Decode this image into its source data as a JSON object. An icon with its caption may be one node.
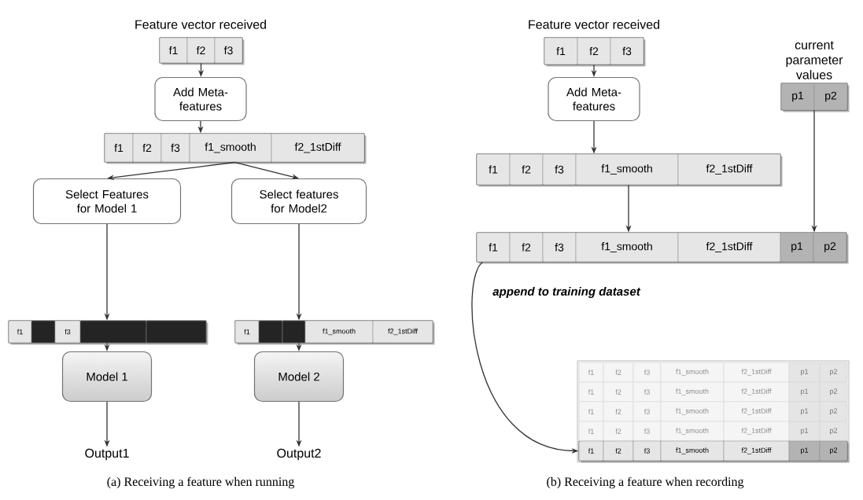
{
  "diagram": {
    "nodes": [
      {
        "text": [
          "Feature vector received"
        ]
      },
      {
        "text": [
          "f1"
        ],
        "in": 0
      },
      {
        "text": [
          "f2"
        ],
        "in": 0
      },
      {
        "text": [
          "f3"
        ],
        "in": 0
      },
      {
        "text": [
          "Add Meta-features"
        ]
      },
      {
        "text": [],
        "shape": "bar"
      },
      {
        "text": [
          "f1"
        ],
        "in": 5
      },
      {
        "text": [
          "f2"
        ],
        "in": 5
      },
      {
        "text": [
          "f3"
        ],
        "in": 5
      },
      {
        "text": [
          "f1_smooth"
        ],
        "in": 5
      },
      {
        "text": [
          "f2_1stDiff"
        ],
        "in": 5
      },
      {
        "text": [
          "Select Features for Model 1"
        ]
      },
      {
        "text": [
          "Select features for Model2"
        ]
      },
      {
        "text": [],
        "shape": "bar"
      },
      {
        "text": [
          "f1"
        ],
        "in": 13
      },
      {
        "text": [],
        "shape": "box",
        "in": 13
      },
      {
        "text": [
          "f3"
        ],
        "in": 13
      },
      {
        "text": [],
        "shape": "box",
        "in": 13
      },
      {
        "text": [],
        "shape": "box",
        "in": 13
      },
      {
        "text": [],
        "shape": "bar"
      },
      {
        "text": [
          "f1"
        ],
        "in": 19
      },
      {
        "text": [],
        "shape": "box",
        "in": 19
      },
      {
        "text": [],
        "shape": "box",
        "in": 19
      },
      {
        "text": [
          "f1_smooth"
        ],
        "in": 19
      },
      {
        "text": [
          "f2_1stDiff"
        ],
        "in": 19
      },
      {
        "text": [
          "Model 1"
        ]
      },
      {
        "text": [
          "Model 2"
        ]
      },
      {
        "text": [
          "Output1"
        ]
      },
      {
        "text": [
          "Output2"
        ]
      },
      {
        "text": [
          "Feature vector received"
        ]
      },
      {
        "text": [
          "f1"
        ],
        "in": 29
      },
      {
        "text": [
          "f2"
        ],
        "in": 29
      },
      {
        "text": [
          "f3"
        ],
        "in": 29
      },
      {
        "text": [
          "Add Meta-features"
        ]
      },
      {
        "text": [],
        "shape": "bar"
      },
      {
        "text": [
          "f1"
        ],
        "in": 34
      },
      {
        "text": [
          "f2"
        ],
        "in": 34
      },
      {
        "text": [
          "f3"
        ],
        "in": 34
      },
      {
        "text": [
          "f1_smooth"
        ],
        "in": 34
      },
      {
        "text": [
          "f2_1stDiff"
        ],
        "in": 34
      },
      {
        "text": [
          "current parameter values"
        ]
      },
      {
        "text": [
          "p1"
        ],
        "in": 40
      },
      {
        "text": [
          "p2"
        ],
        "in": 40
      },
      {
        "text": [],
        "shape": "bar"
      },
      {
        "text": [
          "f1"
        ],
        "in": 43
      },
      {
        "text": [
          "f2"
        ],
        "in": 43
      },
      {
        "text": [
          "f3"
        ],
        "in": 43
      },
      {
        "text": [
          "f1_smooth"
        ],
        "in": 43
      },
      {
        "text": [
          "f2_1stDiff"
        ],
        "in": 43
      },
      {
        "text": [
          "p1"
        ],
        "in": 43
      },
      {
        "text": [
          "p2"
        ],
        "in": 43
      },
      {
        "text": [],
        "shape": "box"
      },
      {
        "text": [],
        "shape": "bar",
        "in": 51
      },
      {
        "text": [
          "f1"
        ],
        "in": 52
      },
      {
        "text": [
          "f2"
        ],
        "in": 52
      },
      {
        "text": [
          "f3"
        ],
        "in": 52
      },
      {
        "text": [
          "f1_smooth"
        ],
        "in": 52
      },
      {
        "text": [
          "f2_1stDiff"
        ],
        "in": 52
      },
      {
        "text": [
          "p1"
        ],
        "in": 52
      },
      {
        "text": [
          "p2"
        ],
        "in": 52
      },
      {
        "text": [],
        "shape": "bar",
        "in": 51
      },
      {
        "text": [
          "f1"
        ],
        "in": 60
      },
      {
        "text": [
          "f2"
        ],
        "in": 60
      },
      {
        "text": [
          "f3"
        ],
        "in": 60
      },
      {
        "text": [
          "f1_smooth"
        ],
        "in": 60
      },
      {
        "text": [
          "f2_1stDiff"
        ],
        "in": 60
      },
      {
        "text": [
          "p1"
        ],
        "in": 60
      },
      {
        "text": [
          "p2"
        ],
        "in": 60
      },
      {
        "text": [],
        "shape": "bar",
        "in": 51
      },
      {
        "text": [
          "f1"
        ],
        "in": 68
      },
      {
        "text": [
          "f2"
        ],
        "in": 68
      },
      {
        "text": [
          "f3"
        ],
        "in": 68
      },
      {
        "text": [
          "f1_smooth"
        ],
        "in": 68
      },
      {
        "text": [
          "f2_1stDiff"
        ],
        "in": 68
      },
      {
        "text": [
          "p1"
        ],
        "in": 68
      },
      {
        "text": [
          "p2"
        ],
        "in": 68
      },
      {
        "text": [],
        "shape": "bar",
        "in": 51
      },
      {
        "text": [
          "f1"
        ],
        "in": 76
      },
      {
        "text": [
          "f2"
        ],
        "in": 76
      },
      {
        "text": [
          "f3"
        ],
        "in": 76
      },
      {
        "text": [
          "f1_smooth"
        ],
        "in": 76
      },
      {
        "text": [
          "f2_1stDiff"
        ],
        "in": 76
      },
      {
        "text": [
          "p1"
        ],
        "in": 76
      },
      {
        "text": [
          "p2"
        ],
        "in": 76
      },
      {
        "text": [],
        "shape": "bar",
        "in": 51
      },
      {
        "text": [
          "f1"
        ],
        "in": 84
      },
      {
        "text": [
          "f2"
        ],
        "in": 84
      },
      {
        "text": [
          "f3"
        ],
        "in": 84
      },
      {
        "text": [
          "f1_smooth"
        ],
        "in": 84
      },
      {
        "text": [
          "f2_1stDiff"
        ],
        "in": 84
      },
      {
        "text": [
          "p1"
        ],
        "in": 84
      },
      {
        "text": [
          "p2"
        ],
        "in": 84
      }
    ],
    "edges": [
      {
        "from": 0,
        "to": 4,
        "arrow": "to"
      },
      {
        "from": 4,
        "to": 5,
        "arrow": "to"
      },
      {
        "from": 5,
        "to": 11,
        "arrow": "to"
      },
      {
        "from": 5,
        "to": 12,
        "arrow": "to"
      },
      {
        "from": 11,
        "to": 13,
        "arrow": "to"
      },
      {
        "from": 12,
        "to": 19,
        "arrow": "to"
      },
      {
        "from": 13,
        "to": 25,
        "arrow": "to"
      },
      {
        "from": 19,
        "to": 26,
        "arrow": "to"
      },
      {
        "from": 25,
        "to": 27,
        "arrow": "to"
      },
      {
        "from": 26,
        "to": 28,
        "arrow": "to"
      },
      {
        "from": 29,
        "to": 33,
        "arrow": "to"
      },
      {
        "from": 33,
        "to": 34,
        "arrow": "to"
      },
      {
        "from": 34,
        "to": 43,
        "arrow": "to"
      },
      {
        "from": 40,
        "to": 43,
        "arrow": "to"
      },
      {
        "from": 43,
        "to": 84,
        "arrow": "to",
        "label": "append to training dataset"
      }
    ],
    "labels": [
      "(a) Receiving a feature when running",
      "(b) Receiving a feature when recording"
    ]
  }
}
